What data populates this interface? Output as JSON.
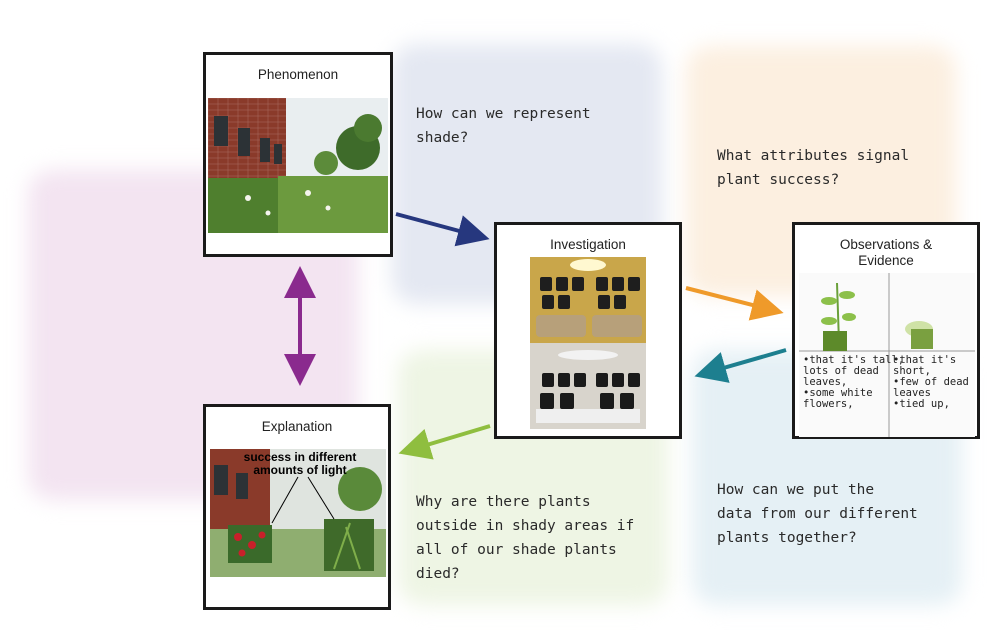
{
  "cards": {
    "phenomenon": {
      "title": "Phenomenon"
    },
    "investigation": {
      "title": "Investigation"
    },
    "observations": {
      "title": "Observations &\nEvidence"
    },
    "explanation": {
      "title": "Explanation"
    }
  },
  "questions": {
    "shade": "How can we represent\nshade?",
    "attributes": "What attributes signal\nplant success?",
    "data": "How can we put the\ndata from our different\nplants together?",
    "why": "Why are there plants\noutside in shady areas if\nall of our shade plants\ndied?"
  },
  "observation_notes": {
    "left": "•that it's tall,\nlots of dead\nleaves,\n•some white\nflowers,",
    "right": "•that it's short,\n•few of dead\nleaves\n•tied up,"
  },
  "explanation_overlay": "success in different\namounts of light",
  "colors": {
    "arrow_blue": "#26377e",
    "arrow_orange": "#ef9a2a",
    "arrow_teal": "#1d7f8f",
    "arrow_green": "#8fbe3f",
    "arrow_purple": "#8a2a8e",
    "blob_blue": "#e2e6f0",
    "blob_orange": "#fbeedf",
    "blob_teal": "#e3eff4",
    "blob_green": "#edf4e2",
    "blob_purple": "#f1e2ef"
  }
}
